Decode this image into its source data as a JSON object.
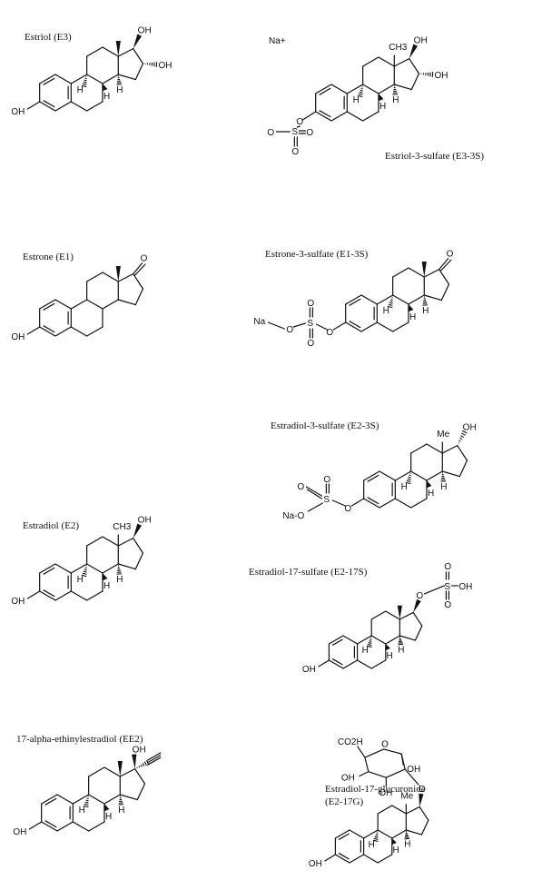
{
  "panels": [
    {
      "id": "e3",
      "name": "Estriol (E3)"
    },
    {
      "id": "e3-3s",
      "name": "Estriol-3-sulfate (E3-3S)",
      "counterion": "Na+"
    },
    {
      "id": "e1",
      "name": "Estrone (E1)"
    },
    {
      "id": "e1-3s",
      "name": "Estrone-3-sulfate (E1-3S)"
    },
    {
      "id": "e2-3s",
      "name": "Estradiol-3-sulfate (E2-3S)"
    },
    {
      "id": "e2",
      "name": "Estradiol (E2)"
    },
    {
      "id": "e2-17s",
      "name": "Estradiol-17-sulfate (E2-17S)"
    },
    {
      "id": "ee2",
      "name": "17-alpha-ethinylestradiol (EE2)"
    },
    {
      "id": "e2-17g",
      "name_line1": "Estradiol-17-glucuronide",
      "name_line2": "(E2-17G)"
    }
  ],
  "atoms": {
    "oh": "OH",
    "o": "O",
    "s": "S",
    "h": "H",
    "na": "Na",
    "na_o": "Na-O",
    "ch3": "CH3",
    "me": "Me",
    "co2h": "CO2H"
  }
}
